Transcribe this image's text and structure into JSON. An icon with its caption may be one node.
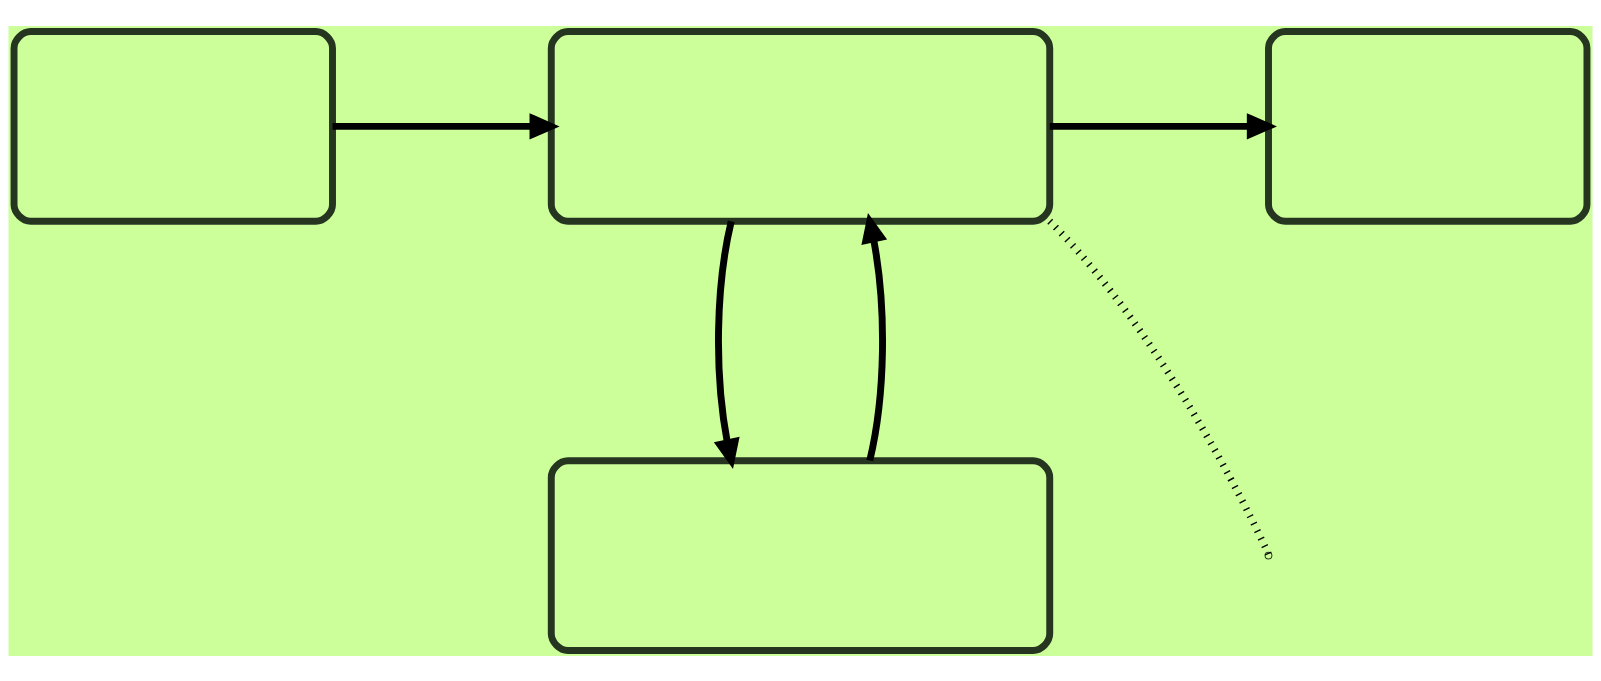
{
  "diagram": {
    "nodes": [
      {
        "text": [],
        "shape": "box"
      },
      {
        "text": [],
        "shape": "box"
      },
      {
        "text": [],
        "shape": "box"
      },
      {
        "text": [],
        "shape": "box"
      }
    ],
    "edges": [
      {
        "from": 0,
        "to": 1,
        "arrow": "to"
      },
      {
        "from": 1,
        "to": 2,
        "arrow": "to"
      },
      {
        "from": 3,
        "to": 1,
        "arrow": "to"
      },
      {
        "from": 1,
        "to": 3,
        "arrow": "to"
      },
      {
        "from": 1,
        "to": null,
        "arrow": "none",
        "style": "dashed"
      }
    ]
  }
}
